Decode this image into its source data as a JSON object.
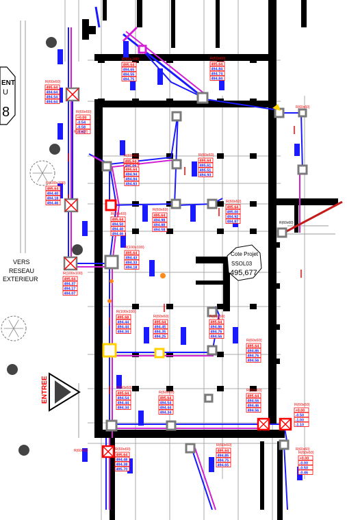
{
  "labels": {
    "side_top": "ENT",
    "side_mid": "U",
    "side_num": "8",
    "vers_line1": "VERS",
    "vers_line2": "RESEAU",
    "vers_line3": "EXTERIEUR",
    "cote_line1": "Cote Projet",
    "cote_line2": "SSOL03",
    "cote_value": "495,677",
    "entree": "ENTREE"
  },
  "colors": {
    "wall": "#000000",
    "grid": "#a8a8a8",
    "pipe_blue": "#1a1aff",
    "pipe_magenta": "#d21fd2",
    "tag_red": "#ff0000",
    "box_gray": "#7a7a7a",
    "highlight_yellow": "#ffd200",
    "fill_orange": "#ff8c1a"
  },
  "tags": [
    {
      "head": "R(60x60)",
      "rows": [
        "495.64",
        "494.64",
        "494.54",
        "494.64"
      ]
    },
    {
      "head": "R(60x100)",
      "rows": [
        "495.64",
        "494.65",
        "494.55",
        "494.75"
      ]
    },
    {
      "head": "R(60x60)",
      "rows": [
        "495.64",
        "494.84",
        "494.74",
        "494.84"
      ]
    },
    {
      "head": "R(60x60)",
      "rows": [
        "+0.00",
        "-0.54",
        "-0.58",
        "-0.62"
      ]
    },
    {
      "head": "R(60x60)",
      "rows": [
        "495.64",
        "495.09",
        "495.14",
        "494.99"
      ]
    },
    {
      "head": "R(60x60)",
      "rows": [
        "495.64",
        "494.94",
        "494.84",
        "494.83"
      ]
    },
    {
      "head": "R(60x60)",
      "rows": [
        "495.64",
        "495.61",
        "495.51",
        "494.93"
      ]
    },
    {
      "head": "R(100x100)",
      "rows": [
        "495.64",
        "494.40",
        "494.18",
        "494.46"
      ]
    },
    {
      "head": "R(60x60)",
      "rows": [
        "495.64",
        "495.00",
        "494.92",
        "494.87"
      ]
    },
    {
      "head": "R(60x60)",
      "rows": [
        "495.64",
        "494.50",
        "494.40",
        "494.46"
      ]
    },
    {
      "head": "R(60x60)",
      "rows": [
        "495.64",
        "494.98",
        "494.88",
        "494.58"
      ]
    },
    {
      "head": "R(100x100)",
      "rows": [
        "495.64",
        "494.43",
        "494.33",
        "494.18"
      ]
    },
    {
      "head": "R(100x100)",
      "rows": [
        "495.64",
        "494.37",
        "494.17",
        "494.07"
      ]
    },
    {
      "head": "R(100x100)",
      "rows": [
        "495.68",
        "494.44",
        "494.44",
        "494.34"
      ]
    },
    {
      "head": "R(60x60)",
      "rows": [
        "495.64",
        "494.45",
        "494.35",
        "494.25"
      ]
    },
    {
      "head": "R(60x60)",
      "rows": [
        "495.64",
        "494.86",
        "494.76",
        "494.56"
      ]
    },
    {
      "head": "R(60x60)",
      "rows": [
        "495.64",
        "494.86",
        "494.76",
        "494.56"
      ]
    },
    {
      "head": "R(60x60)",
      "rows": [
        "495.64",
        "494.54",
        "494.44",
        "494.34"
      ]
    },
    {
      "head": "R(60x60)",
      "rows": [
        "495.64",
        "494.54",
        "494.44",
        "494.34"
      ]
    },
    {
      "head": "R(60x60)",
      "rows": [
        "495.64",
        "494.56",
        "494.46",
        "494.56"
      ]
    },
    {
      "head": "R(60x60)",
      "rows": [
        "+0.00",
        "-0.50",
        "-1.00",
        "-1.10"
      ]
    },
    {
      "head": "R(60x60)",
      "rows": [
        "495.64",
        "494.48",
        "494.38",
        "495.70"
      ]
    },
    {
      "head": "R(60x60)",
      "rows": [
        "495.64",
        "494.85",
        "494.75",
        "494.65"
      ]
    },
    {
      "head": "R(60x60)",
      "rows": [
        "+0.00",
        "-0.00",
        "-0.50",
        "-0.46"
      ]
    }
  ],
  "small_tags": [
    "R(60x60)",
    "R(60x60)",
    "R(60x60)",
    "R(60x60)",
    "R(60x60)"
  ]
}
